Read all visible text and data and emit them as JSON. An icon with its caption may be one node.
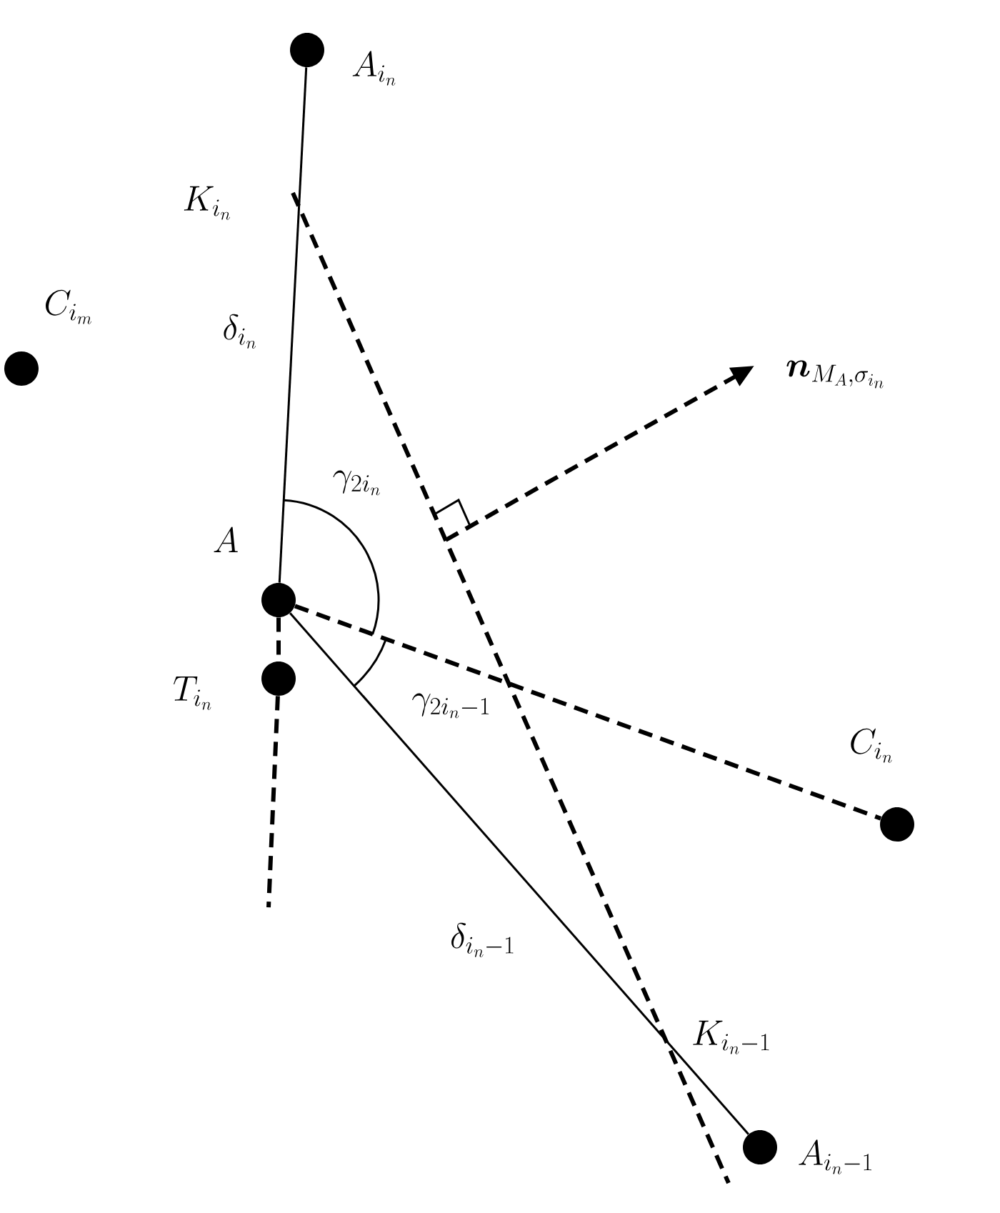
{
  "diagram": {
    "nodes": [
      {
        "text": [],
        "shape": "circle",
        "beside": [
          "A_{i_n}"
        ]
      },
      {
        "text": [],
        "shape": "circle",
        "beside": [
          "C_{i_m}"
        ]
      },
      {
        "text": [],
        "shape": "circle",
        "beside": [
          "A"
        ]
      },
      {
        "text": [],
        "shape": "circle",
        "beside": [
          "T_{i_n}"
        ]
      },
      {
        "text": [],
        "shape": "circle",
        "beside": [
          "C_{i_n}"
        ]
      },
      {
        "text": [],
        "shape": "circle",
        "beside": [
          "A_{i_n-1}"
        ]
      }
    ],
    "edges": [
      {
        "from": 0,
        "to": 2,
        "arrow": "none"
      },
      {
        "from": 2,
        "to": 5,
        "arrow": "none"
      },
      {
        "from": 2,
        "to": 4,
        "arrow": "none",
        "style": "dashed"
      },
      {
        "from": 2,
        "to": 3,
        "arrow": "none",
        "style": "dashed"
      },
      {
        "from": 3,
        "to": null,
        "arrow": "none",
        "style": "dashed"
      }
    ],
    "labels": [
      "K_{i_n}",
      "\\delta_{i_n}",
      "\\boldsymbol{n}_{M_A,\\sigma_{i_n}}",
      "\\gamma_{2i_n}",
      "\\gamma_{2i_n-1}",
      "\\delta_{i_n-1}",
      "K_{i_n-1}"
    ]
  }
}
